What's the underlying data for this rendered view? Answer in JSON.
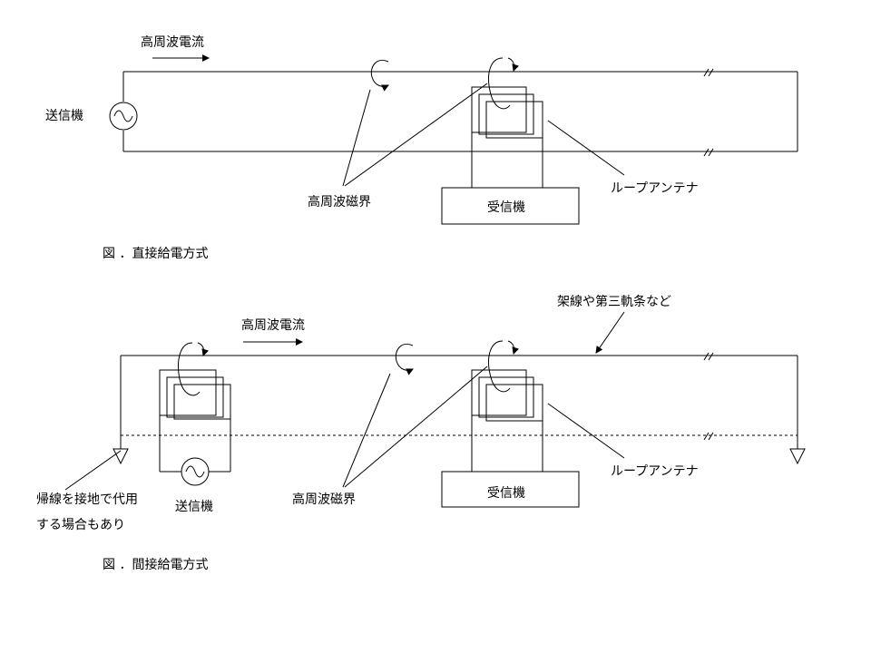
{
  "diagram1": {
    "current_label": "高周波電流",
    "transmitter_label": "送信機",
    "magnetic_field_label": "高周波磁界",
    "loop_antenna_label": "ループアンテナ",
    "receiver_label": "受信機",
    "caption": "図 ．直接給電方式"
  },
  "diagram2": {
    "overhead_label": "架線や第三軌条など",
    "current_label": "高周波電流",
    "return_note_line1": "帰線を接地で代用",
    "return_note_line2": "する場合もあり",
    "transmitter_label": "送信機",
    "magnetic_field_label": "高周波磁界",
    "loop_antenna_label": "ループアンテナ",
    "receiver_label": "受信機",
    "caption": "図 ．間接給電方式"
  }
}
